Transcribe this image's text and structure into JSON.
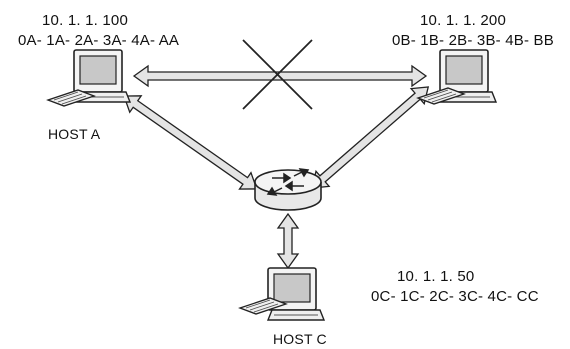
{
  "host_a": {
    "ip": "10. 1. 1. 100",
    "mac": "0A- 1A- 2A- 3A- 4A- AA",
    "label": "HOST  A"
  },
  "host_b": {
    "ip": "10. 1. 1. 200",
    "mac": "0B- 1B- 2B- 3B- 4B- BB"
  },
  "host_c": {
    "ip": "10. 1. 1. 50",
    "mac": "0C- 1C- 2C- 3C- 4C- CC",
    "label": "HOST  C"
  },
  "colors": {
    "arrow_fill": "#e4e4e4",
    "stroke": "#222222",
    "screen": "#c8c8c8"
  }
}
